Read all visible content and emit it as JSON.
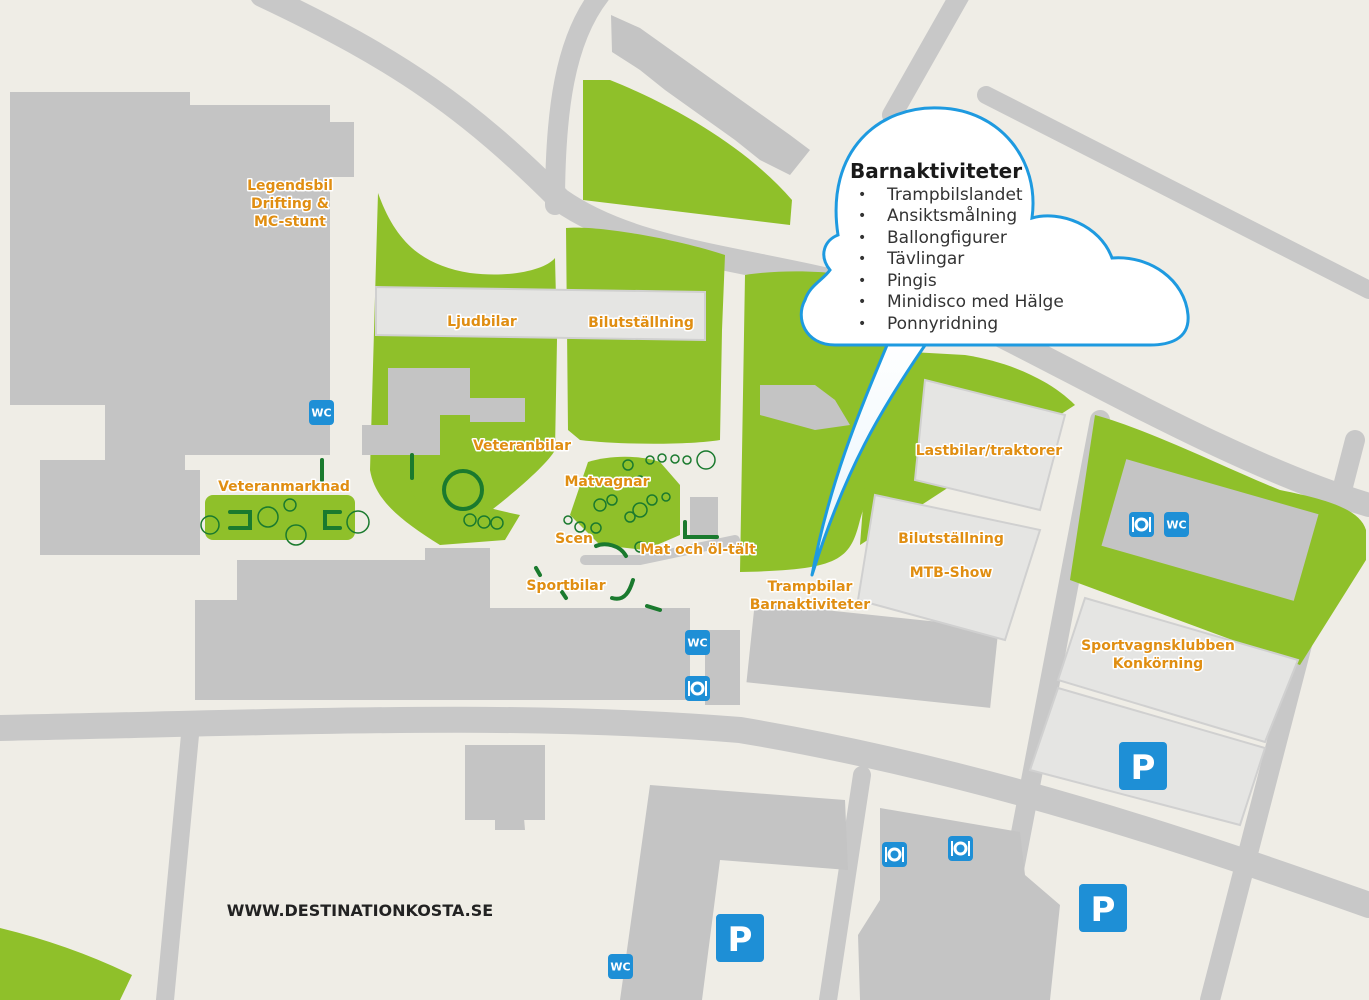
{
  "website": "WWW.DESTINATIONKOSTA.SE",
  "labels": {
    "legendsbil": [
      "Legendsbil",
      "Drifting &",
      "MC-stunt"
    ],
    "ljudbilar": "Ljudbilar",
    "bilutstallning_top": "Bilutställning",
    "veteranbilar": "Veteranbilar",
    "veteranmarknad": "Veteranmarknad",
    "matvagnar": "Matvagnar",
    "scen": "Scen",
    "mat_ol": "Mat och öl-tält",
    "sportbilar": "Sportbilar",
    "trampbilar": [
      "Trampbilar",
      "Barnaktiviteter"
    ],
    "lastbilar": "Lastbilar/traktorer",
    "bilutstallning_right": "Bilutställning",
    "mtb": "MTB-Show",
    "sportvagn": [
      "Sportvagnsklubben",
      "Konkörning"
    ]
  },
  "callout": {
    "title": "Barnaktiviteter",
    "bullet": "•",
    "items": [
      "Trampbilslandet",
      "Ansiktsmålning",
      "Ballongfigurer",
      "Tävlingar",
      "Pingis",
      "Minidisco med Hälge",
      "Ponnyridning"
    ]
  },
  "icons": {
    "wc_text": "WC",
    "parking_text": "P"
  },
  "colors": {
    "background": "#efede6",
    "road": "#c8c8c8",
    "building": "#c4c4c4",
    "green": "#8fc02a",
    "dark_green": "#1a7a2e",
    "label": "#e08e12",
    "icon_blue": "#1e8fd6",
    "callout_border": "#1e9ae0"
  }
}
